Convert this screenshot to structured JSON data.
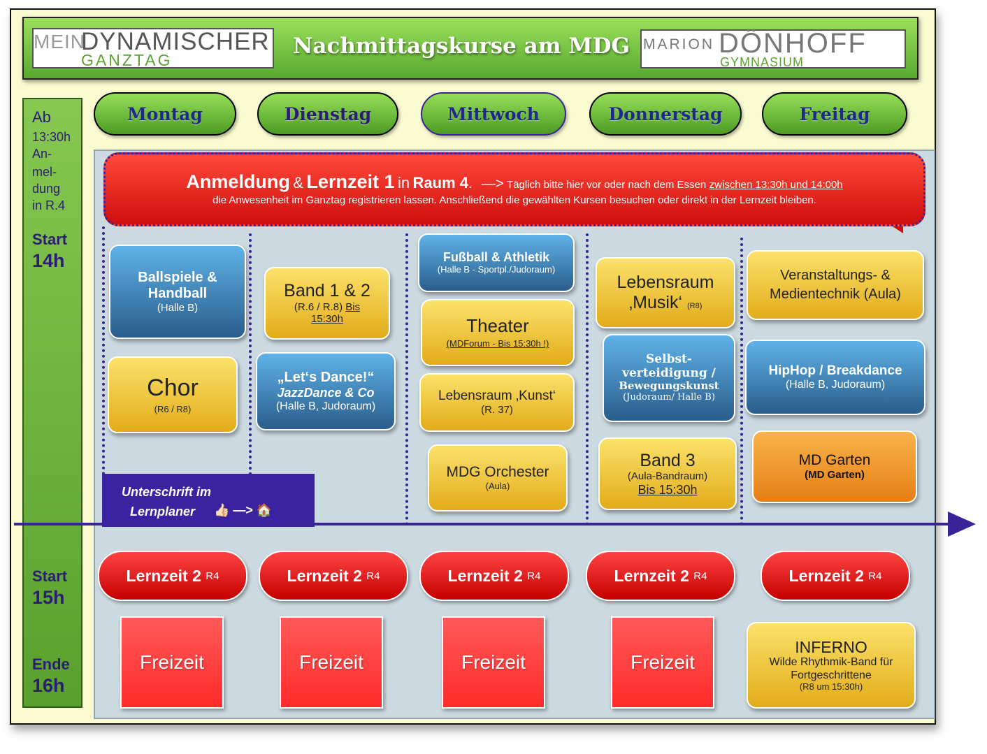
{
  "header": {
    "title": "Nachmittagskurse am MDG",
    "logo_left": {
      "part1": "MEIN",
      "part2": "DYNAMISCHER",
      "part3": "GANZTAG"
    },
    "logo_right": {
      "part1": "MARION",
      "part2": "DÖNHOFF",
      "part3": "GYMNASIUM"
    }
  },
  "time_column": {
    "ab": "Ab",
    "ab_time": "13:30h",
    "an": "An-",
    "mel": "mel-",
    "dung": "dung",
    "room": "in R.4",
    "start1": "Start",
    "start1_time": "14h",
    "start2": "Start",
    "start2_time": "15h",
    "end": "Ende",
    "end_time": "16h"
  },
  "days": [
    "Montag",
    "Dienstag",
    "Mittwoch",
    "Donnerstag",
    "Freitag"
  ],
  "banner": {
    "w1": "Anmeldung",
    "amp": "&",
    "w2": "Lernzeit 1",
    "in": "in",
    "w3": "Raum 4",
    "dot": ".",
    "arrow": "—>",
    "text1": "Täglich bitte hier vor oder nach dem Essen",
    "time": "zwischen 13:30h und 14:00h",
    "text2": "die Anwesenheit im Ganztag registrieren lassen. Anschließend die gewählten Kursen besuchen oder direkt in der Lernzeit bleiben."
  },
  "courses": {
    "ballspiele": {
      "t1": "Ballspiele &",
      "t2": "Handball",
      "sub": "(Halle B)"
    },
    "chor": {
      "title": "Chor",
      "sub": "(R6 / R8)"
    },
    "band12": {
      "title": "Band 1 & 2",
      "sub1": "(R.6 / R.8)",
      "sub1b": "Bis",
      "sub2": "15:30h"
    },
    "dance": {
      "t1": "„Let‘s Dance!“",
      "t2": "JazzDance & Co",
      "sub_a": "(Halle B,",
      "sub_b": "Judoraum",
      "sub_c": ")"
    },
    "fussball": {
      "title": "Fußball & Athletik",
      "sub_a": "(Halle B -",
      "sub_b": "Sportpl./Judoraum",
      "sub_c": ")"
    },
    "theater": {
      "title": "Theater",
      "sub": "(MDForum - Bis 15:30h !)"
    },
    "kunst": {
      "title": "Lebensraum ‚Kunst‘",
      "sub": "(R. 37)"
    },
    "orchester": {
      "title": "MDG Orchester",
      "sub": "(Aula)"
    },
    "musik": {
      "t1": "Lebensraum",
      "t2": "‚Musik‘",
      "sub": "(R8)"
    },
    "selbst": {
      "t1": "Selbst-",
      "t2": "verteidigung",
      "t2b": "/",
      "t3": "Bewegungskunst",
      "sub_a": "(Judoraum",
      "sub_b": "/ Halle  B)"
    },
    "band3": {
      "title": "Band 3",
      "sub1": "(Aula-Bandraum)",
      "sub2": "Bis 15:30h"
    },
    "medien": {
      "t1": "Veranstaltungs- &",
      "t2": "Medientechnik",
      "t2b": "(Aula)"
    },
    "hiphop": {
      "title": "HipHop / Breakdance",
      "sub_a": "(Halle B,",
      "sub_b": "Judoraum",
      "sub_c": ")"
    },
    "garten": {
      "title": "MD Garten",
      "sub": "(MD Garten)"
    },
    "inferno": {
      "title": "INFERNO",
      "t2": "Wilde Rhythmik-Band für",
      "t3": "Fortgeschrittene",
      "sub": "(R8 um 15:30h)"
    }
  },
  "signature": {
    "l1": "Unterschrift im",
    "l2": "Lernplaner",
    "emoji": "👍🏻 —> 🏠"
  },
  "lernzeit2": {
    "label": "Lernzeit 2",
    "room": "R4"
  },
  "freizeit": "Freizeit",
  "colors": {
    "green": "#58a831",
    "purple": "#3a2398",
    "red": "#cf0e0e",
    "blue": "#2a5d8b",
    "yellow": "#e2ac1a",
    "orange": "#e57f14"
  }
}
